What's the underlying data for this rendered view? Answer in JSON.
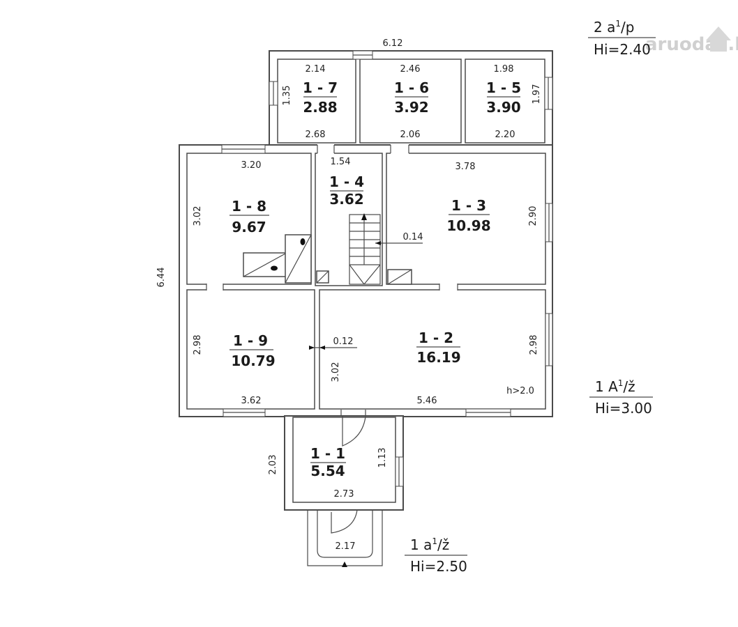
{
  "watermark": "aruodas.lt",
  "levels": {
    "upper": {
      "line1": "2 a",
      "sup": "1",
      "line1_tail": "/p",
      "line2": "Hi=2.40"
    },
    "main": {
      "line1": "1 A",
      "sup": "1",
      "line1_tail": "/ž",
      "line2": "Hi=3.00"
    },
    "porch": {
      "line1": "1 a",
      "sup": "1",
      "line1_tail": "/ž",
      "line2": "Hi=2.50"
    }
  },
  "rooms": {
    "r17": {
      "id": "1 - 7",
      "area": "2.88"
    },
    "r16": {
      "id": "1 - 6",
      "area": "3.92"
    },
    "r15": {
      "id": "1 - 5",
      "area": "3.90"
    },
    "r14": {
      "id": "1 - 4",
      "area": "3.62"
    },
    "r13": {
      "id": "1 - 3",
      "area": "10.98"
    },
    "r18": {
      "id": "1 - 8",
      "area": "9.67"
    },
    "r19": {
      "id": "1 - 9",
      "area": "10.79"
    },
    "r12": {
      "id": "1 - 2",
      "area": "16.19"
    },
    "r11": {
      "id": "1 - 1",
      "area": "5.54"
    }
  },
  "dims": {
    "top_total": "6.12",
    "r17_top": "2.14",
    "r17_side": "1.35",
    "r17_bottom": "2.68",
    "r16_top": "2.46",
    "r16_bottom": "2.06",
    "r15_top": "1.98",
    "r15_side": "1.97",
    "r15_bottom": "2.20",
    "r14_top": "1.54",
    "r18_top": "3.20",
    "r18_side": "3.02",
    "r13_top": "3.78",
    "r13_side": "2.90",
    "r13_wall": "0.14",
    "left_total": "6.44",
    "r19_side": "2.98",
    "r19_bottom": "3.62",
    "r12_wall": "0.12",
    "r12_inner": "3.02",
    "r12_side": "2.98",
    "r12_bottom": "5.46",
    "r12_h": "h>2.0",
    "r11_side_left": "2.03",
    "r11_side_right": "1.13",
    "r11_bottom": "2.73",
    "porch_width": "2.17"
  }
}
